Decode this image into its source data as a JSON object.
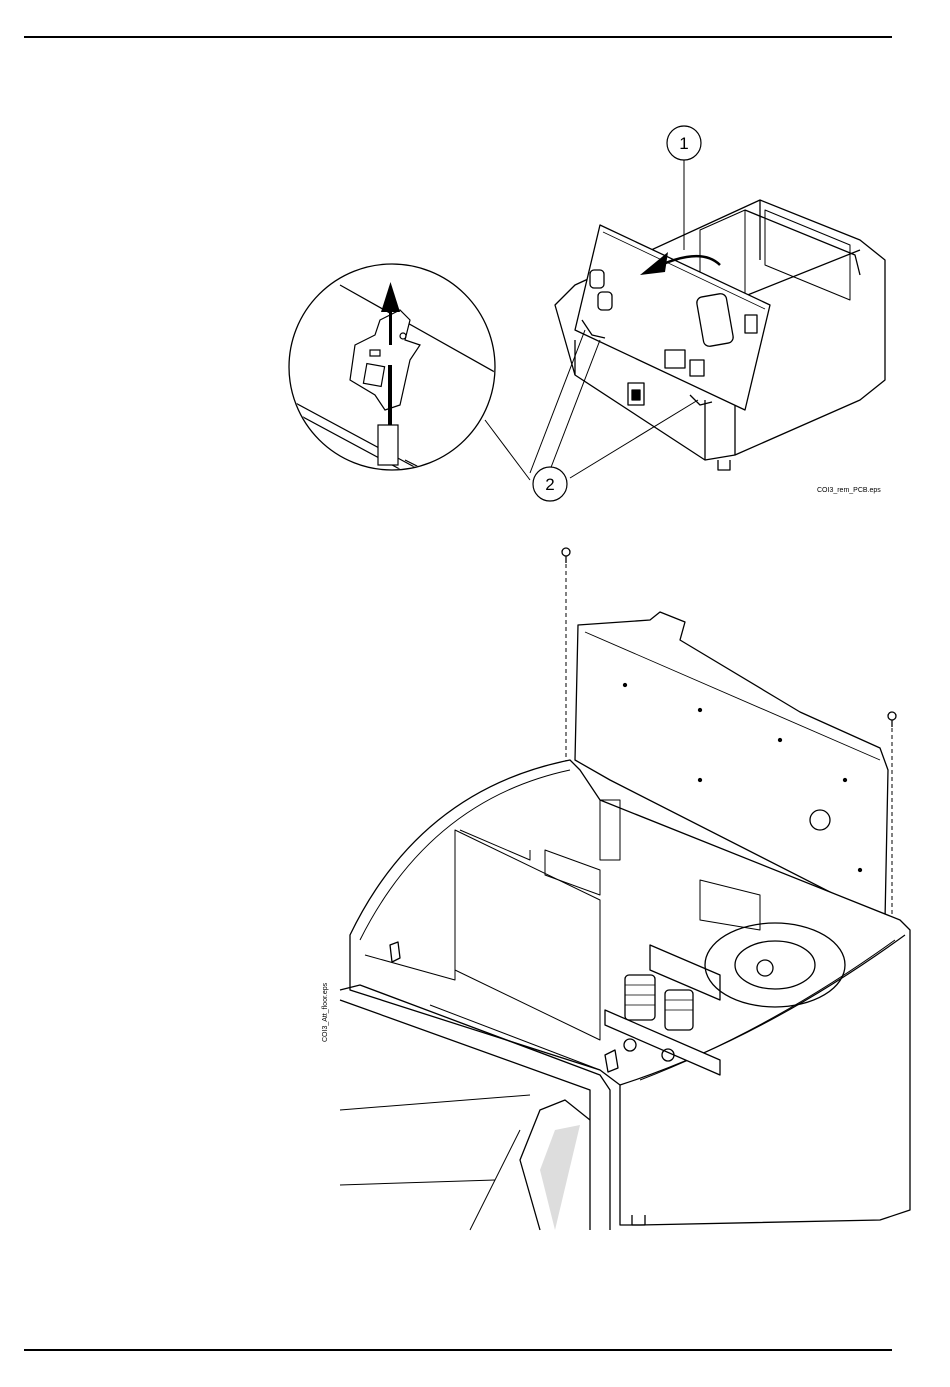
{
  "figures": [
    {
      "callouts": [
        "1",
        "2"
      ],
      "file_label": "COI3_rem_PCB.eps"
    },
    {
      "file_label": "COI3_Att_floor.eps"
    }
  ]
}
